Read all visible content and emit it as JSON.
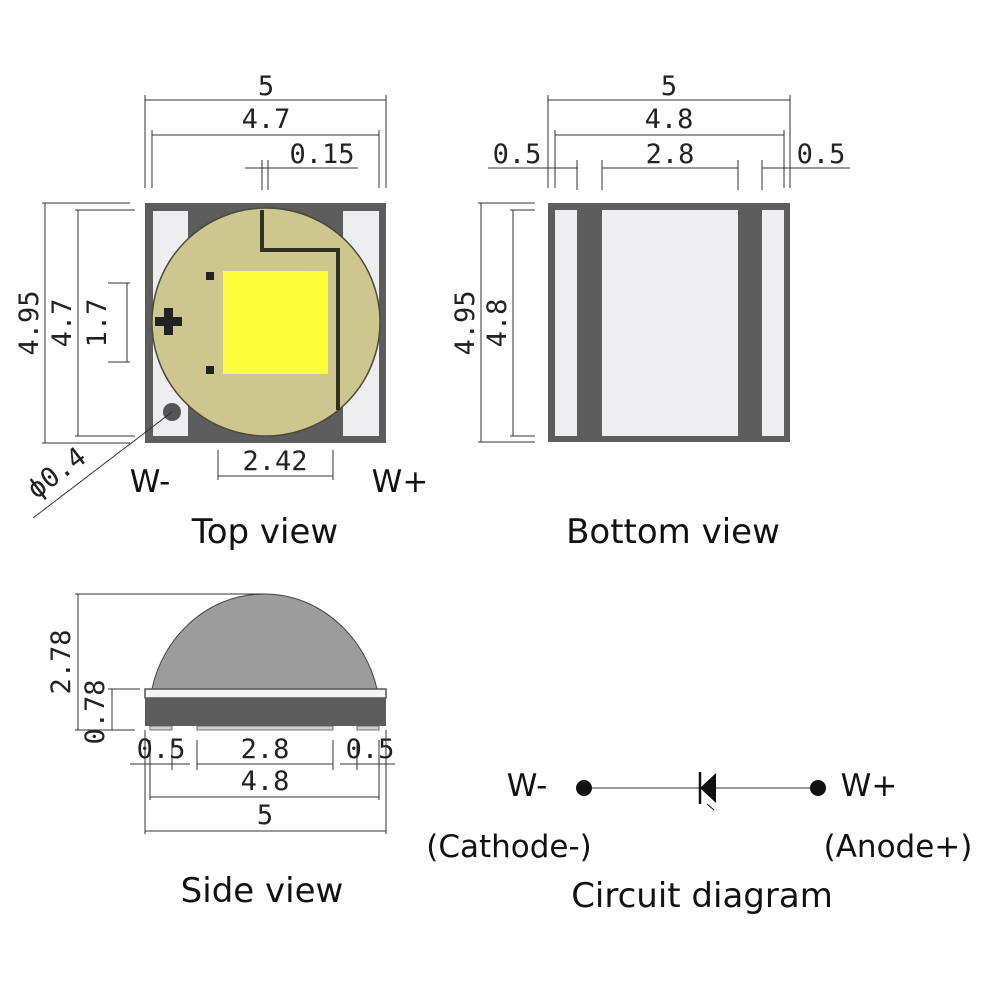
{
  "colors": {
    "body": "#5d5d5d",
    "pad": "#eeeef0",
    "lens": "#cdc78f",
    "die": "#fefe3a",
    "dome": "#9c9c9c",
    "line": "#333333"
  },
  "top_view": {
    "caption": "Top view",
    "dims": {
      "width_outer": "5",
      "width_inner": "4.7",
      "gap": "0.15",
      "height_outer": "4.95",
      "height_inner": "4.7",
      "die": "1.7",
      "hole": "ϕ0.4",
      "lens_span": "2.42"
    },
    "pins": {
      "left": "W-",
      "right": "W+"
    }
  },
  "bottom_view": {
    "caption": "Bottom view",
    "dims": {
      "width_outer": "5",
      "width_inner": "4.8",
      "pad_left": "0.5",
      "center": "2.8",
      "pad_right": "0.5",
      "height_outer": "4.95",
      "height_inner": "4.8"
    }
  },
  "side_view": {
    "caption": "Side view",
    "dims": {
      "height_total": "2.78",
      "height_base": "0.78",
      "pad_left": "0.5",
      "center": "2.8",
      "pad_right": "0.5",
      "width_inner": "4.8",
      "width_outer": "5"
    }
  },
  "circuit": {
    "caption": "Circuit diagram",
    "cathode_pin": "W-",
    "cathode_label": "(Cathode-)",
    "anode_pin": "W+",
    "anode_label": "(Anode+)"
  }
}
